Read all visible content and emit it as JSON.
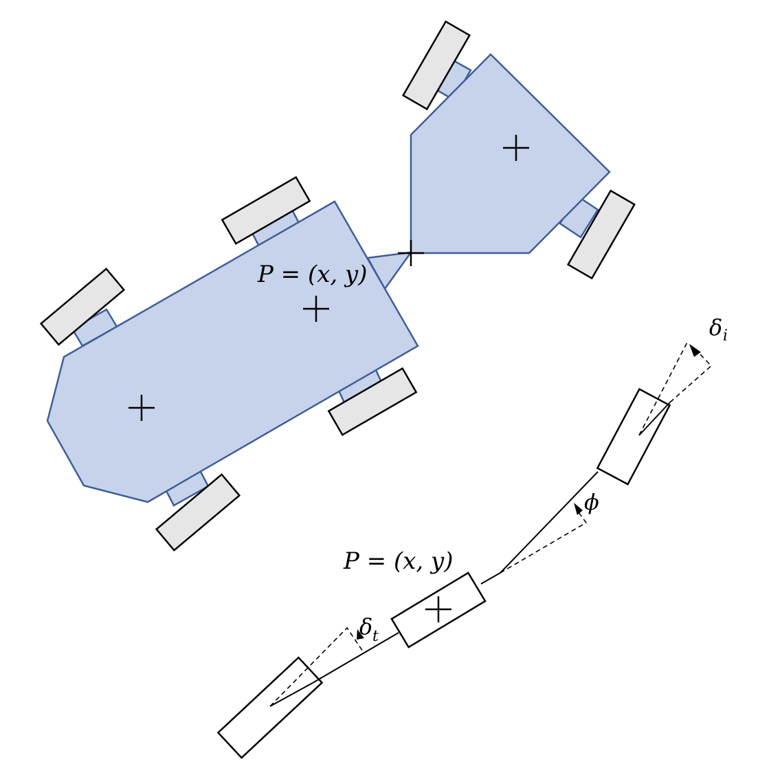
{
  "colors": {
    "body_fill": "#c6d3ea",
    "body_stroke": "#3f5e98",
    "wheel_fill": "#e6e6e6",
    "line": "#000000"
  },
  "labels": {
    "p_top": "P = (x, y)",
    "p_bottom": "P = (x, y)",
    "delta_i_base": "δ",
    "delta_i_sub": "i",
    "phi": "ϕ",
    "delta_t_base": "δ",
    "delta_t_sub": "t"
  }
}
